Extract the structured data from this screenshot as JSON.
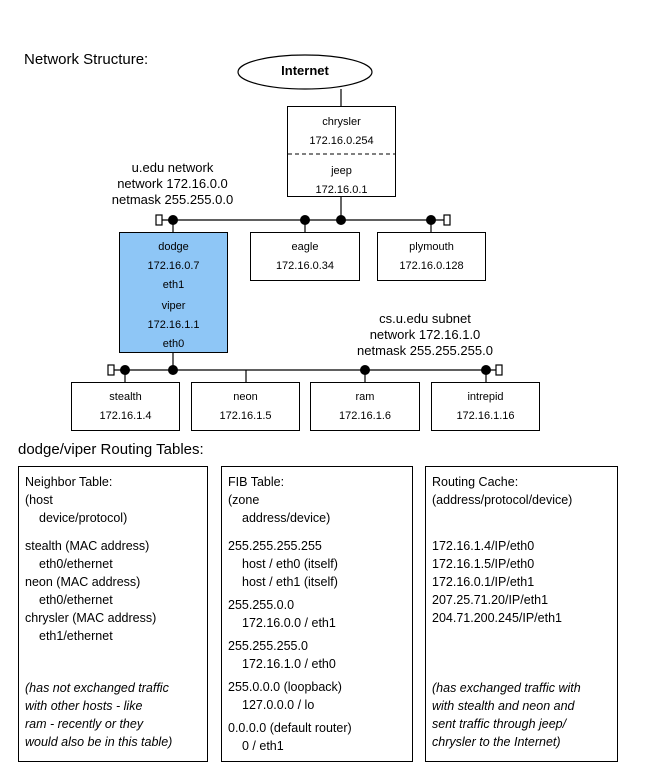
{
  "headings": {
    "network_structure": "Network Structure:",
    "routing_tables": "dodge/viper Routing Tables:"
  },
  "internet": "Internet",
  "hosts": {
    "chrysler": {
      "name": "chrysler",
      "ip": "172.16.0.254"
    },
    "jeep": {
      "name": "jeep",
      "ip": "172.16.0.1"
    },
    "dodge": {
      "name": "dodge",
      "ip": "172.16.0.7",
      "iface": "eth1"
    },
    "viper": {
      "name": "viper",
      "ip": "172.16.1.1",
      "iface": "eth0"
    },
    "eagle": {
      "name": "eagle",
      "ip": "172.16.0.34"
    },
    "plymouth": {
      "name": "plymouth",
      "ip": "172.16.0.128"
    },
    "stealth": {
      "name": "stealth",
      "ip": "172.16.1.4"
    },
    "neon": {
      "name": "neon",
      "ip": "172.16.1.5"
    },
    "ram": {
      "name": "ram",
      "ip": "172.16.1.6"
    },
    "intrepid": {
      "name": "intrepid",
      "ip": "172.16.1.16"
    }
  },
  "networks": {
    "u_edu": [
      "u.edu network",
      "network 172.16.0.0",
      "netmask 255.255.0.0"
    ],
    "cs_u_edu": [
      "cs.u.edu subnet",
      "network 172.16.1.0",
      "netmask 255.255.255.0"
    ]
  },
  "colors": {
    "highlight": "#8ec6f6"
  },
  "tables": {
    "neighbor": {
      "title": "Neighbor Table:",
      "header": [
        "(host",
        "device/protocol)"
      ],
      "entries": [
        [
          "stealth (MAC address)",
          "eth0/ethernet"
        ],
        [
          "neon (MAC address)",
          "eth0/ethernet"
        ],
        [
          "chrysler (MAC address)",
          "eth1/ethernet"
        ]
      ],
      "note": [
        "(has not exchanged traffic",
        "with other hosts - like",
        "ram - recently or they",
        "would also be in this table)"
      ]
    },
    "fib": {
      "title": "FIB Table:",
      "header": [
        "(zone",
        "address/device)"
      ],
      "entries": [
        [
          "255.255.255.255",
          "host / eth0 (itself)",
          "host / eth1 (itself)"
        ],
        [
          "255.255.0.0",
          "172.16.0.0 / eth1"
        ],
        [
          "255.255.255.0",
          "172.16.1.0 / eth0"
        ],
        [
          "255.0.0.0 (loopback)",
          "127.0.0.0 / lo"
        ],
        [
          "0.0.0.0 (default router)",
          "0 / eth1"
        ]
      ]
    },
    "cache": {
      "title": "Routing Cache:",
      "header": "(address/protocol/device)",
      "entries": [
        "172.16.1.4/IP/eth0",
        "172.16.1.5/IP/eth0",
        "172.16.0.1/IP/eth1",
        "207.25.71.20/IP/eth1",
        "204.71.200.245/IP/eth1"
      ],
      "note": [
        "(has exchanged traffic with",
        "with stealth and neon and",
        "sent traffic through jeep/",
        "chrysler to the Internet)"
      ]
    }
  }
}
